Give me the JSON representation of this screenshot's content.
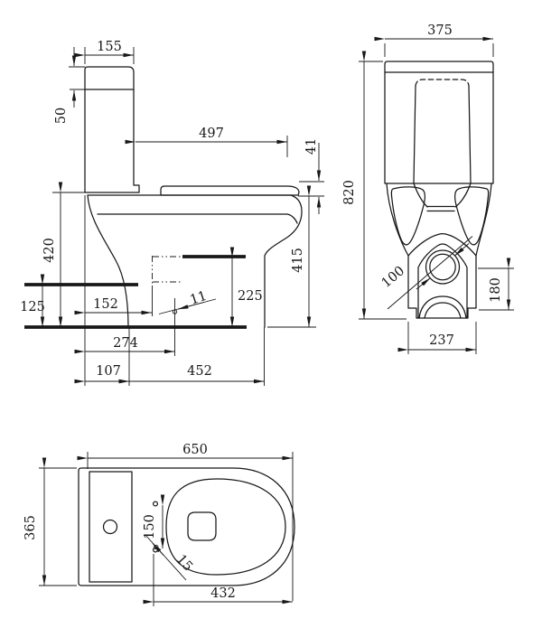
{
  "colors": {
    "background": "#ffffff",
    "line": "#181818"
  },
  "dims": {
    "side": {
      "tank_depth": "155",
      "lid_height": "50",
      "tank_to_front": "497",
      "seat_thickness": "41",
      "bowl_height": "420",
      "front_height": "415",
      "outlet_height": "225",
      "inlet_setback": "152",
      "supply_height": "125",
      "hole_diameter": "11",
      "outlet_setback": "274",
      "base_setback": "107",
      "base_length": "452"
    },
    "front": {
      "tank_width": "375",
      "total_height": "820",
      "outlet_diameter": "100",
      "outlet_center_height": "180",
      "base_width": "237"
    },
    "top": {
      "overall_length": "650",
      "overall_width": "365",
      "hinge_spacing": "150",
      "hinge_hole": "15",
      "seat_length": "432"
    }
  }
}
